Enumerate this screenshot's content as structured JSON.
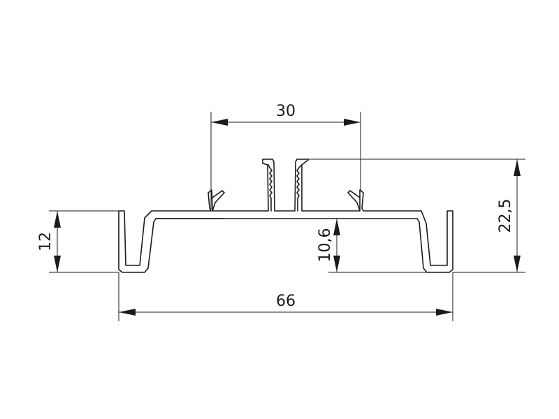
{
  "drawing": {
    "line_color": "#1a1a1a",
    "background": "#ffffff"
  },
  "dimensions": {
    "top_width": "30",
    "total_height": "22,5",
    "side_height": "12",
    "inner_height": "10,6",
    "total_width": "66"
  }
}
